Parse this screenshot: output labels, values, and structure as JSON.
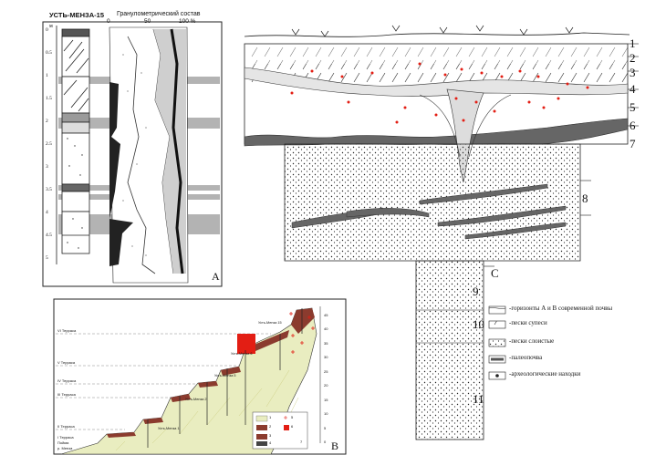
{
  "panel_a": {
    "letter": "A",
    "title": "УСТЬ-МЕНЗА-15",
    "comp_title": "Гранулометрический состав",
    "unit_label": "м",
    "depth_ticks": [
      "0",
      "0.5",
      "1",
      "1.5",
      "2",
      "2.5",
      "3",
      "3.5",
      "4",
      "4.5",
      "5"
    ],
    "percent_ticks": [
      "0",
      "50",
      "100 %"
    ]
  },
  "panel_b": {
    "letter": "B",
    "terraces": [
      "VI Терраса",
      "V Терраса",
      "IV Терраса",
      "III Терраса",
      "II Терраса",
      "I Терраса",
      "Пойма",
      "р. Менза"
    ],
    "sites": [
      "Усть-Менза 15",
      "Усть-Менза 6",
      "Усть-Менза 5",
      "Усть-Менза 2",
      "Усть-Менза 1"
    ],
    "scale_ticks": [
      "0",
      "5",
      "10",
      "15",
      "20",
      "25",
      "30",
      "35",
      "40",
      "45"
    ],
    "legend_numbers": [
      "1",
      "2",
      "3",
      "4",
      "5",
      "6",
      "7"
    ]
  },
  "panel_c": {
    "letter": "C",
    "layers": [
      "1",
      "2",
      "3",
      "4",
      "5",
      "6",
      "7",
      "8",
      "9",
      "10",
      "11"
    ],
    "legend": [
      "-горизонты А и В современной почвы",
      "-пески супеси",
      "-пески слоистые",
      "-палеопочва",
      "-археологические находки"
    ]
  },
  "colors": {
    "pale_fill": "#e9edc0",
    "soil": "#8b3b2e",
    "red": "#e31e14",
    "dark": "#555555"
  }
}
